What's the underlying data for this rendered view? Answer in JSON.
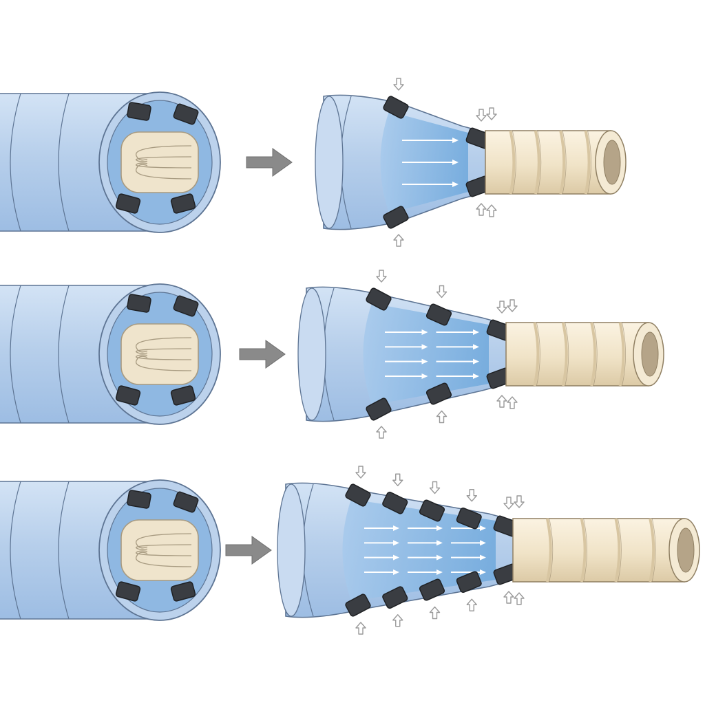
{
  "diagram": {
    "rows": [
      {
        "id": "row-1",
        "pads_per_side": 2,
        "flow_arrow_rows": 3,
        "flow_arrows_per_row": 1
      },
      {
        "id": "row-2",
        "pads_per_side": 3,
        "flow_arrow_rows": 4,
        "flow_arrows_per_row": 2
      },
      {
        "id": "row-3",
        "pads_per_side": 5,
        "flow_arrow_rows": 4,
        "flow_arrows_per_row": 3
      }
    ],
    "colors": {
      "tube_outer": "#bcd2ec",
      "tube_mid": "#a9c6e8",
      "tube_inner": "#8fb8e2",
      "tube_outline": "#5d7493",
      "lumen": "#7ab0de",
      "folded_sheet": "#efe4cc",
      "folded_outline": "#a79a80",
      "pad": "#3a3d42",
      "pad_outline": "#1f2124",
      "stent": "#f0e4cb",
      "stent_shade": "#d8c6a2",
      "stent_outline": "#8f7f62",
      "process_arrow": "#8a8a8a",
      "flow_arrow": "#ffffff",
      "squeeze_arrow": "#ffffff",
      "squeeze_arrow_outline": "#9a9a9a"
    },
    "icons": {
      "process_arrow": "right-arrow-icon",
      "flow_arrow": "flow-arrow-icon",
      "squeeze_arrow": "compression-arrow-icon"
    }
  }
}
